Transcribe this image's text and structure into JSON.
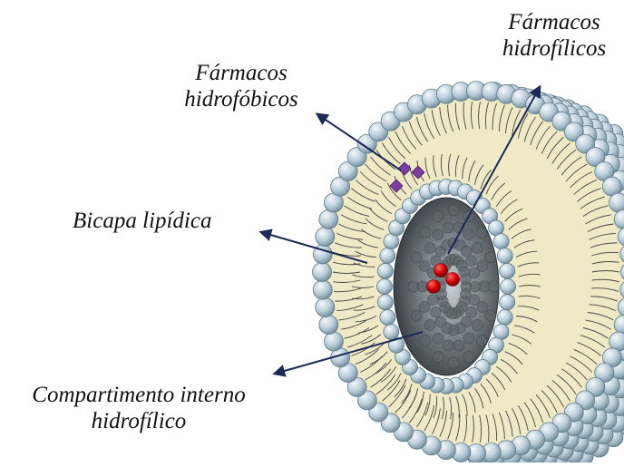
{
  "labels": {
    "hydrophobic_drugs": [
      "Fármacos",
      "hidrofóbicos"
    ],
    "hydrophilic_drugs": [
      "Fármacos",
      "hidrofílicos"
    ],
    "lipid_bilayer": "Bicapa lipídica",
    "inner_compartment": [
      "Compartimento interno",
      "hidrofílico"
    ]
  },
  "colors": {
    "head_fill": "#b9cdd9",
    "head_stroke": "#5f7b8a",
    "tail_band": "#efe9c6",
    "tail_line": "#444444",
    "cavity_dark": "#2f3439",
    "cavity_light": "#9aa6ad",
    "hydrophobic_drug": "#7b3ea1",
    "hydrophilic_drug": "#d40000",
    "arrow": "#1b2a57"
  },
  "icons": {
    "hydrophobic_drug_marker": "purple-diamond",
    "hydrophilic_drug_marker": "red-sphere"
  }
}
